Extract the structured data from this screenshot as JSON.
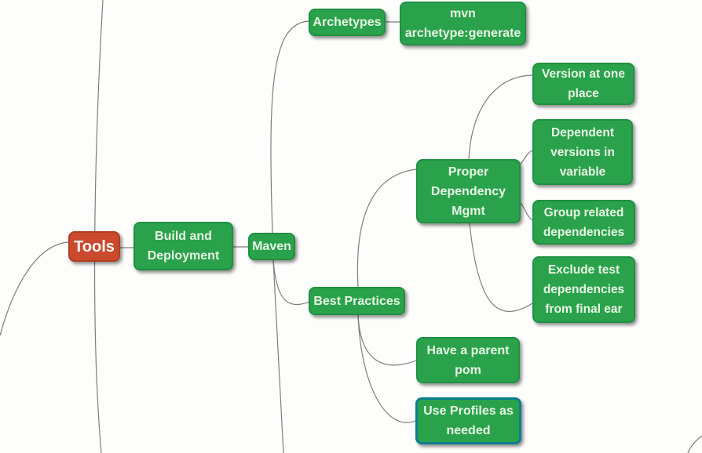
{
  "app": {
    "type": "mindmap",
    "selected_node": "use_profiles"
  },
  "palette": {
    "background": "#fdfdfc",
    "node_green": "#2aa24c",
    "node_green_border": "#1f9141",
    "node_red": "#cb4a2d",
    "node_red_border": "#b13e21",
    "node_text": "#e9f6e4",
    "root_text": "#ffffff",
    "selected_border": "#0c7f8e",
    "edge_color": "#7e7e7e"
  },
  "nodes": {
    "tools": {
      "label": "Tools"
    },
    "build_deployment": {
      "label": "Build and\nDeployment"
    },
    "maven": {
      "label": "Maven"
    },
    "archetypes": {
      "label": "Archetypes"
    },
    "mvn_generate": {
      "label": "mvn\narchetype:generate"
    },
    "version_one_place": {
      "label": "Version at one\nplace"
    },
    "dependent_versions": {
      "label": "Dependent\nversions in\nvariable"
    },
    "proper_dependency": {
      "label": "Proper\nDependency\nMgmt"
    },
    "group_related": {
      "label": "Group related\ndependencies"
    },
    "exclude_test": {
      "label": "Exclude test\ndependencies\nfrom final ear"
    },
    "best_practices": {
      "label": "Best Practices"
    },
    "parent_pom": {
      "label": "Have a parent\npom"
    },
    "use_profiles": {
      "label": "Use Profiles as\nneeded"
    }
  }
}
